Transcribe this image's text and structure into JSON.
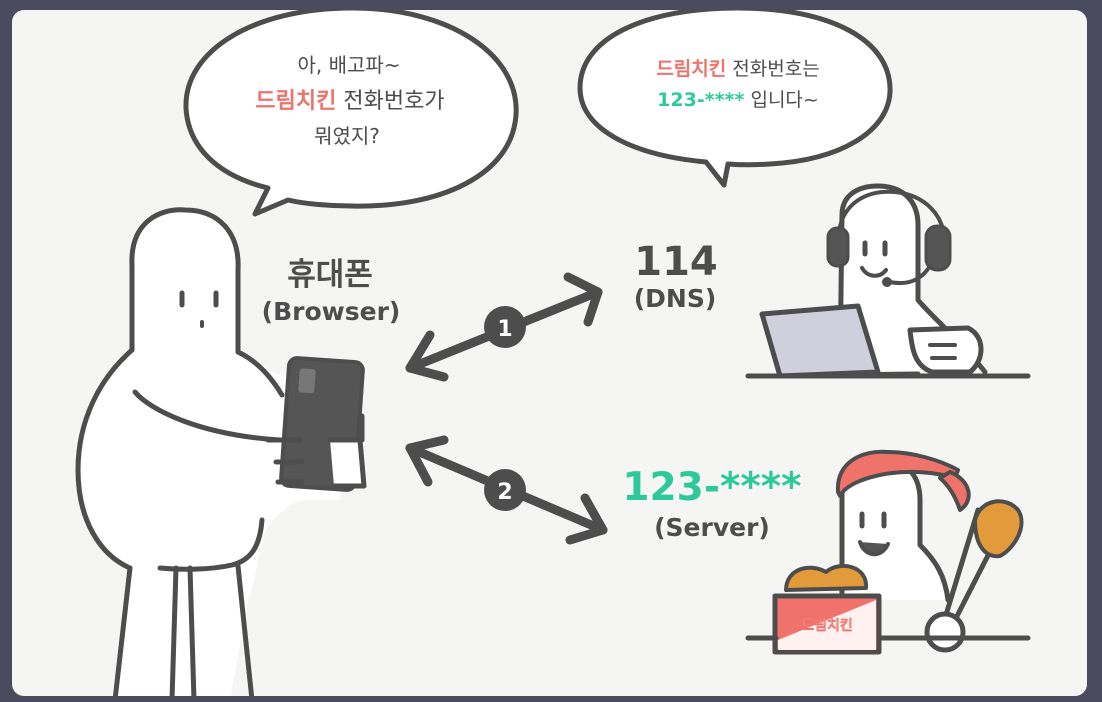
{
  "bubble_left": {
    "line1": "아, 배고파~",
    "line2_highlight": "드림치킨",
    "line2_rest": " 전화번호가",
    "line3": "뭐였지?"
  },
  "bubble_right": {
    "line1_highlight": "드림치킨",
    "line1_rest": " 전화번호는",
    "line2_highlight": "123-****",
    "line2_rest": " 입니다~"
  },
  "phone_label": {
    "title": "휴대폰",
    "subtitle": "(Browser)"
  },
  "dns_label": {
    "title": "114",
    "subtitle": "(DNS)"
  },
  "server_label": {
    "title": "123-****",
    "subtitle": "(Server)"
  },
  "steps": {
    "step1": "1",
    "step2": "2"
  },
  "shop_sign": "드림치킨",
  "colors": {
    "highlight_red": "#f0736b",
    "highlight_green": "#2ec99a",
    "ink": "#4d4d4d",
    "background": "#f5f5f4",
    "frame": "#4a4b5e"
  }
}
